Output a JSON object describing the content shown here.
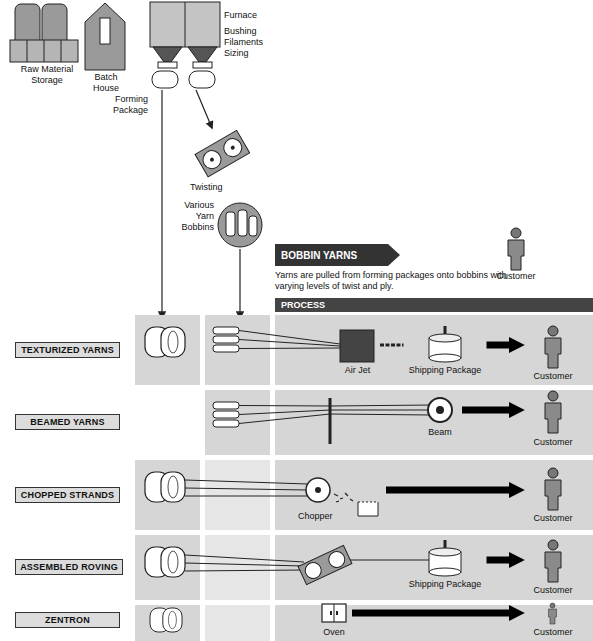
{
  "diagram": {
    "nodes": [
      {
        "text": [
          "BOBBIN YARNS"
        ]
      },
      {
        "text": [
          "PROCESS"
        ]
      },
      {
        "text": [
          "TEXTURIZED YARNS"
        ]
      },
      {
        "text": [
          "Air Jet"
        ]
      },
      {
        "text": [
          "Shipping Package"
        ]
      },
      {
        "text": [
          "Customer"
        ]
      },
      {
        "text": [
          "BEAMED YARNS"
        ]
      },
      {
        "text": [
          "Beam"
        ]
      },
      {
        "text": [
          "Customer"
        ]
      },
      {
        "text": [
          "CHOPPED STRANDS"
        ]
      },
      {
        "text": [
          "Chopper"
        ]
      },
      {
        "text": [
          "Customer"
        ]
      },
      {
        "text": [
          "ASSEMBLED ROVING"
        ]
      },
      {
        "text": [
          "Shipping Package"
        ]
      },
      {
        "text": [
          "Customer"
        ]
      },
      {
        "text": [
          "ZENTRON"
        ]
      },
      {
        "text": [
          "Oven"
        ]
      },
      {
        "text": [
          "Customer"
        ]
      }
    ],
    "edges": [
      {
        "from": 3,
        "to": 4,
        "arrow": "none"
      },
      {
        "from": 4,
        "to": 5,
        "arrow": "to"
      },
      {
        "from": 7,
        "to": 8,
        "arrow": "to"
      },
      {
        "from": 10,
        "to": 11,
        "arrow": "to"
      },
      {
        "from": 13,
        "to": 14,
        "arrow": "to"
      },
      {
        "from": 16,
        "to": 17,
        "arrow": "to"
      }
    ],
    "labels": [
      "Raw Material Storage",
      "Batch House",
      "Furnace",
      "Bushing Filaments Sizing",
      "Forming Package",
      "Twisting",
      "Various Yarn Bobbins",
      "Yarns are pulled from forming packages onto bobbins with varying levels of twist and ply.",
      "Customer"
    ]
  }
}
